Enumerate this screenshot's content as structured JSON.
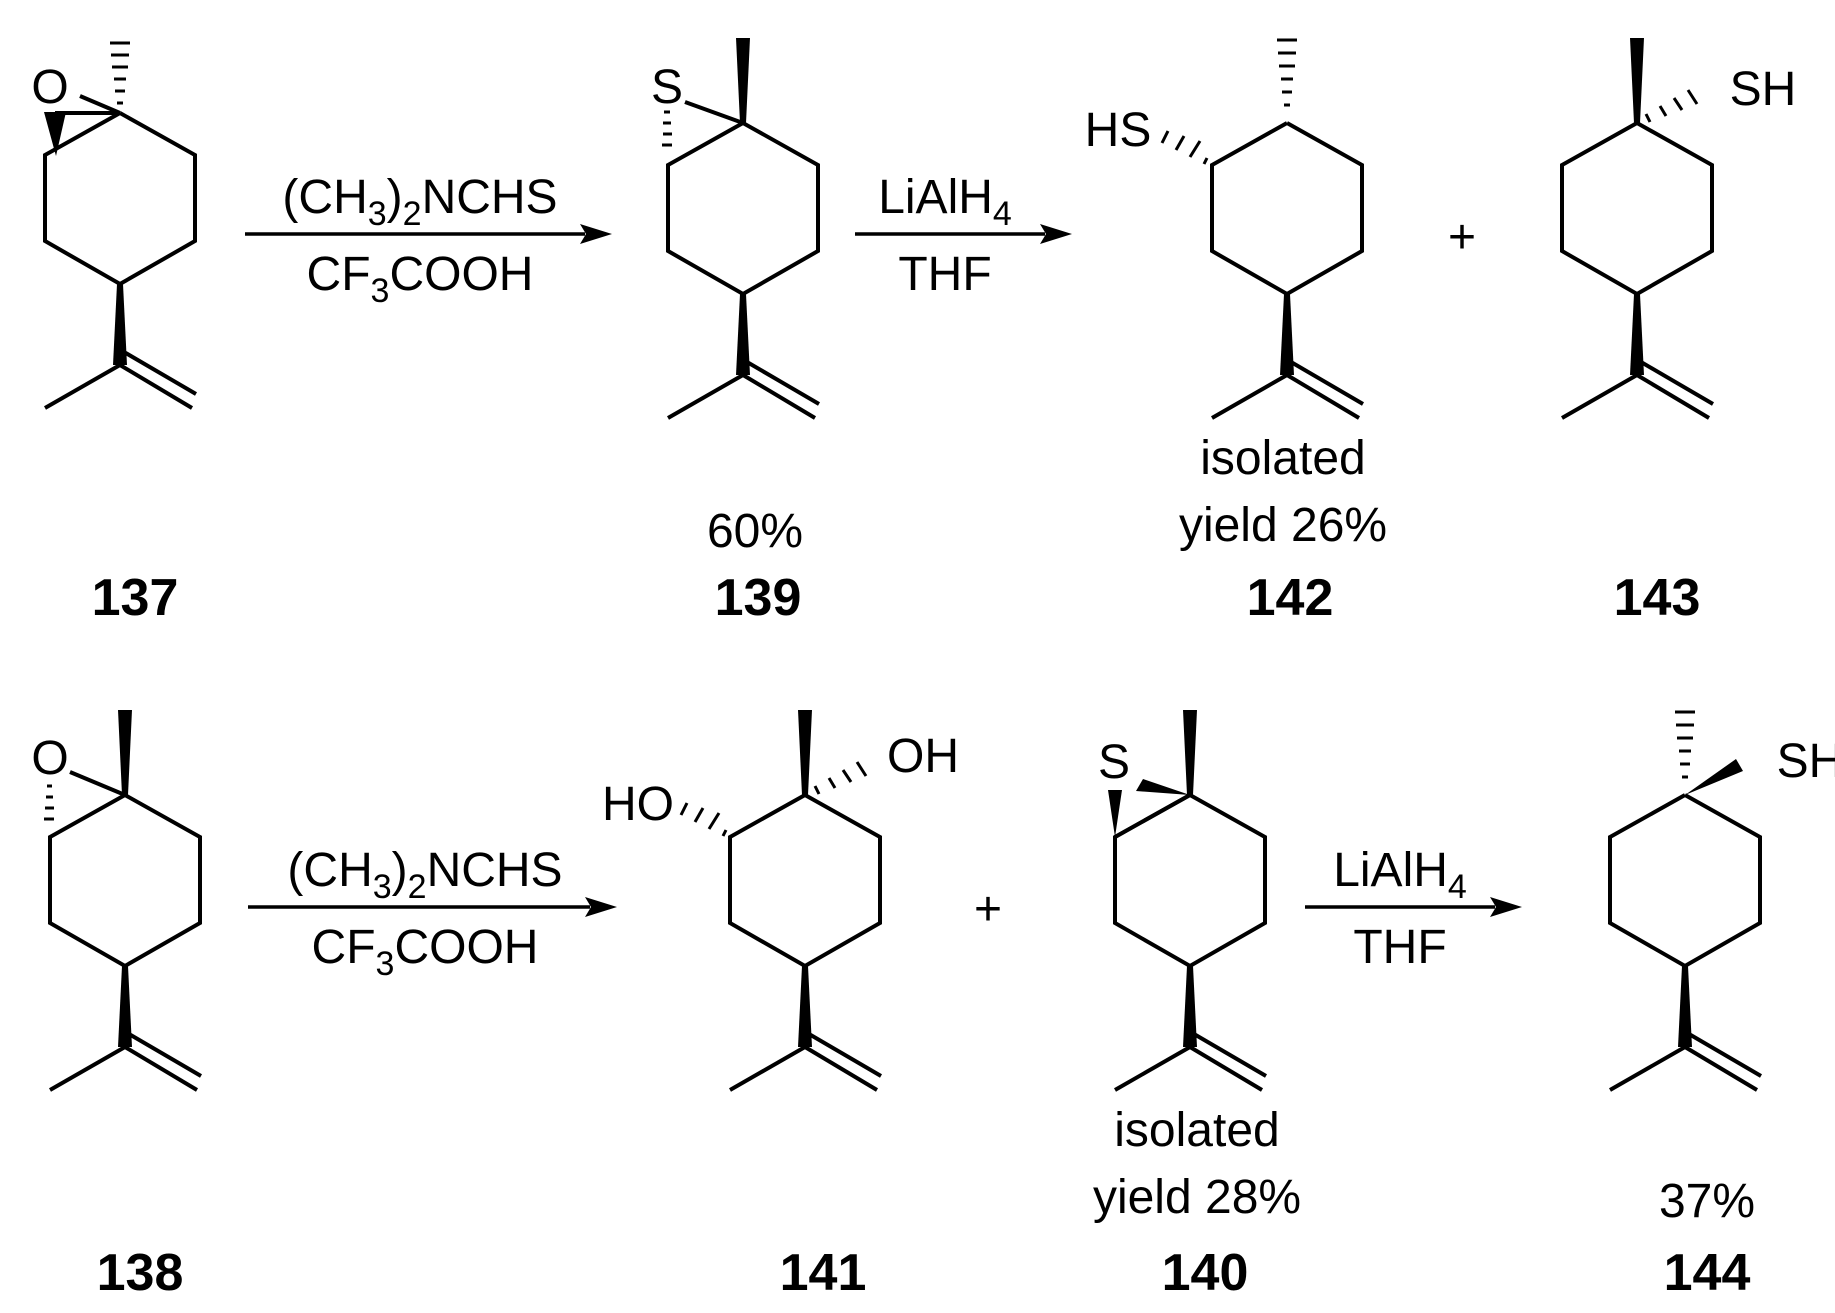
{
  "compounds": {
    "c137": {
      "label": "137",
      "atom_o": "O"
    },
    "c139": {
      "label": "139",
      "atom_s": "S",
      "yield": "60%"
    },
    "c142": {
      "label": "142",
      "group_hs": "HS",
      "yield_line1": "isolated",
      "yield_line2": "yield 26%"
    },
    "c143": {
      "label": "143",
      "group_sh": "SH"
    },
    "c138": {
      "label": "138",
      "atom_o": "O"
    },
    "c141": {
      "label": "141",
      "group_ho": "HO",
      "group_oh": "OH"
    },
    "c140": {
      "label": "140",
      "atom_s": "S",
      "yield_line1": "isolated",
      "yield_line2": "yield 28%"
    },
    "c144": {
      "label": "144",
      "group_sh": "SH",
      "yield": "37%"
    }
  },
  "arrows": {
    "a1": {
      "top_main": "(CH",
      "top_sub1": "3",
      "top_mid": ")",
      "top_sub2": "2",
      "top_end": "NCHS",
      "bottom_main": "CF",
      "bottom_sub": "3",
      "bottom_end": "COOH"
    },
    "a2": {
      "top_main": "LiAlH",
      "top_sub": "4",
      "bottom": "THF"
    },
    "a3": {
      "top_main": "(CH",
      "top_sub1": "3",
      "top_mid": ")",
      "top_sub2": "2",
      "top_end": "NCHS",
      "bottom_main": "CF",
      "bottom_sub": "3",
      "bottom_end": "COOH"
    },
    "a4": {
      "top_main": "LiAlH",
      "top_sub": "4",
      "bottom": "THF"
    }
  },
  "plus_signs": [
    "+",
    "+"
  ]
}
